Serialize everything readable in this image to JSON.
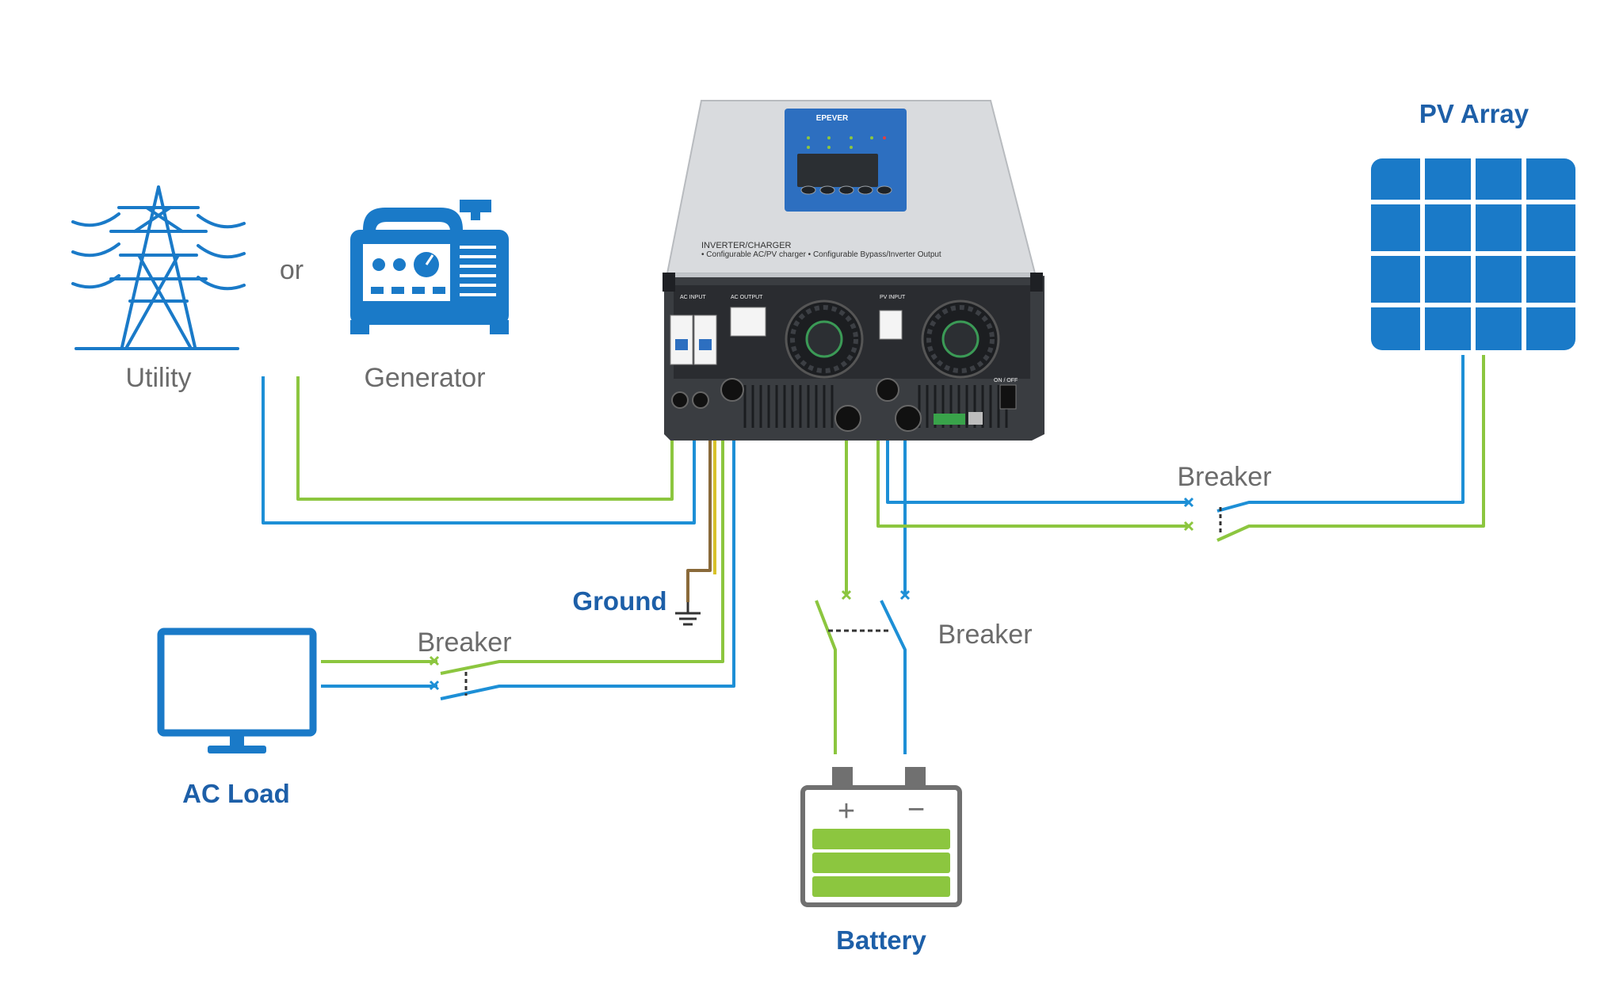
{
  "labels": {
    "utility": "Utility",
    "or": "or",
    "generator": "Generator",
    "pv_array": "PV Array",
    "breaker_pv": "Breaker",
    "ground": "Ground",
    "breaker_ac": "Breaker",
    "breaker_battery": "Breaker",
    "ac_load": "AC Load",
    "battery": "Battery"
  },
  "device": {
    "brand": "EPEVER",
    "model_title": "INVERTER/CHARGER",
    "subtitle": "• Configurable AC/PV charger   • Configurable Bypass/Inverter Output",
    "ac_input": "AC INPUT",
    "ac_output": "AC OUTPUT",
    "pv_input": "PV INPUT",
    "on_off": "ON / OFF"
  },
  "colors": {
    "blue_wire": "#1d8fd6",
    "green_wire": "#8cc63f",
    "icon_blue": "#1a7ac8",
    "label_blue": "#1d5fa8"
  },
  "battery_signs": {
    "plus": "+",
    "minus": "−"
  }
}
